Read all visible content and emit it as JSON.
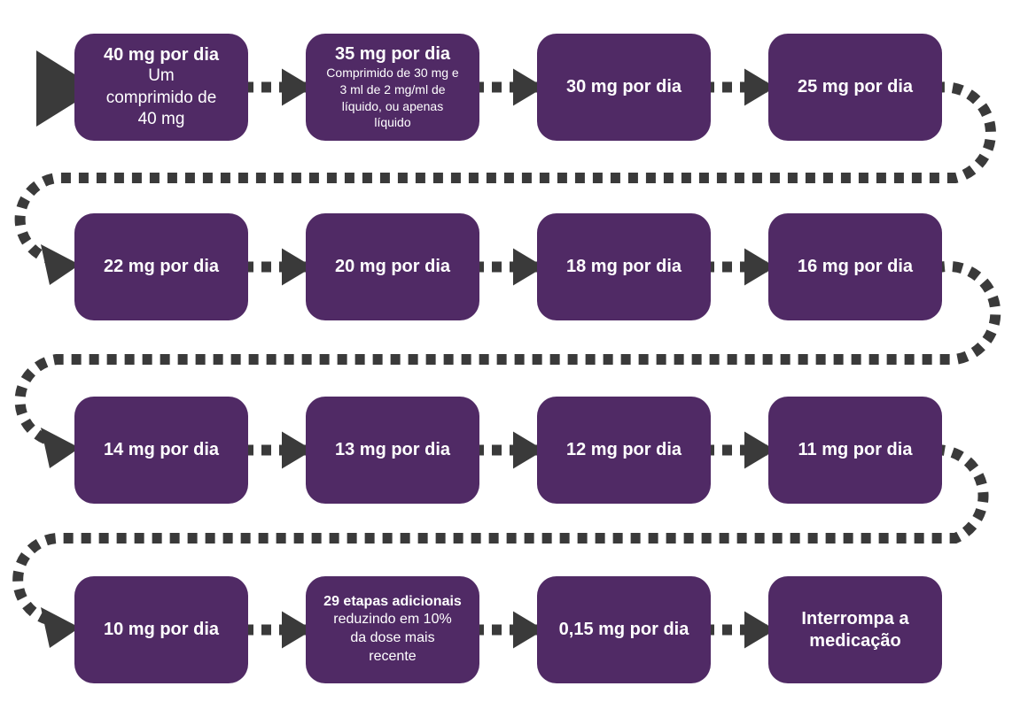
{
  "palette": {
    "box_fill": "#502a65",
    "connector": "#3a3a3a",
    "box_text": "#ffffff",
    "page_bg": "#ffffff"
  },
  "icons": {
    "start_arrow": "large-right-triangle",
    "step_arrow": "right-triangle",
    "connector_style": "square-dot-dashed-serpentine"
  },
  "steps": [
    {
      "headline": "40 mg por dia",
      "detail": "Um\ncomprimido de\n40 mg"
    },
    {
      "headline": "35 mg por dia",
      "detail": "Comprimido de 30 mg e\n3 ml de 2 mg/ml de\nlíquido, ou apenas\nlíquido"
    },
    {
      "headline": "30 mg por dia",
      "detail": ""
    },
    {
      "headline": "25 mg por dia",
      "detail": ""
    },
    {
      "headline": "22 mg por dia",
      "detail": ""
    },
    {
      "headline": "20 mg por dia",
      "detail": ""
    },
    {
      "headline": "18 mg por dia",
      "detail": ""
    },
    {
      "headline": "16 mg por dia",
      "detail": ""
    },
    {
      "headline": "14 mg por dia",
      "detail": ""
    },
    {
      "headline": "13 mg por dia",
      "detail": ""
    },
    {
      "headline": "12 mg por dia",
      "detail": ""
    },
    {
      "headline": "11 mg por dia",
      "detail": ""
    },
    {
      "headline": "10 mg por dia",
      "detail": ""
    },
    {
      "headline": "29 etapas adicionais",
      "detail": "reduzindo em 10%\nda dose mais\nrecente"
    },
    {
      "headline": "0,15 mg por dia",
      "detail": ""
    },
    {
      "headline": "Interrompa a\nmedicação",
      "detail": ""
    }
  ]
}
